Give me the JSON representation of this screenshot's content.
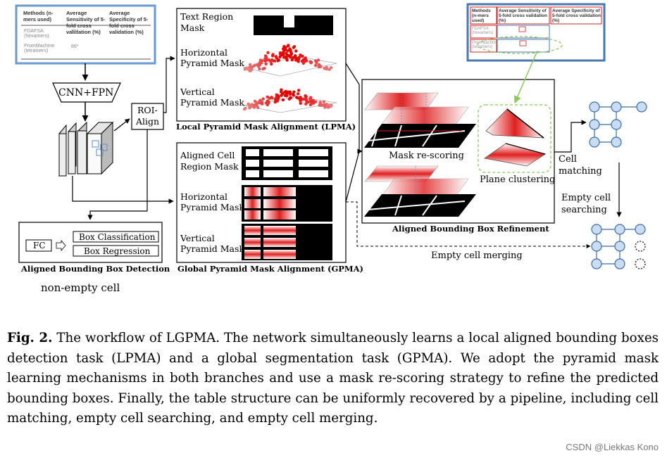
{
  "diagram": {
    "input_table": {
      "col1": "Methods (n-mers used)",
      "col2": "Average Sensitivity of 5-fold cross validation (%)",
      "col3": "Average Specificity of 5-fold cross validation (%)",
      "row1_name": "FDAFSA (hexamers)",
      "row1_val": "84*",
      "row2_name": "PromMachine (tetramers)",
      "row2_val": "86*"
    },
    "backbone": "CNN+FPN",
    "roi_align": [
      "ROI-",
      "Align"
    ],
    "lpma": {
      "title": "Local Pyramid Mask Alignment (LPMA)",
      "text_region": [
        "Text Region",
        "Mask"
      ],
      "horizontal": [
        "Horizontal",
        "Pyramid Mask"
      ],
      "vertical": [
        "Vertical",
        "Pyramid Mask"
      ]
    },
    "gpma": {
      "title": "Global Pyramid Mask Alignment (GPMA)",
      "aligned_cell": [
        "Aligned Cell",
        "Region  Mask"
      ],
      "horizontal": [
        "Horizontal",
        "Pyramid Mask"
      ],
      "vertical": [
        "Vertical",
        "Pyramid Mask"
      ]
    },
    "detection": {
      "title": "Aligned Bounding Box Detection",
      "fc": "FC",
      "box_cls": "Box Classification",
      "box_reg": "Box Regression",
      "non_empty": "non-empty cell"
    },
    "refinement": {
      "title": "Aligned Bounding Box Refinement",
      "mask_rescoring": "Mask re-scoring",
      "plane_clustering": "Plane clustering"
    },
    "pipeline": {
      "cell_matching": [
        "Cell",
        "matching"
      ],
      "empty_search": [
        "Empty cell",
        "searching"
      ],
      "empty_merging": "Empty cell merging"
    }
  },
  "caption": {
    "label": "Fig. 2.",
    "text": " The workflow of LGPMA. The network simultaneously learns a local aligned bounding boxes detection task (LPMA) and a global segmentation task (GPMA). We adopt the pyramid mask learning mechanisms in both branches and use a mask re-scoring strategy to refine the predicted bounding boxes. Finally, the table structure can be uniformly recovered by a pipeline, including cell matching, empty cell searching, and empty cell merging."
  },
  "credit": "CSDN @Liekkas Kono",
  "colors": {
    "accent_red": "#e02020",
    "node_fill": "#c9dcf2",
    "node_stroke": "#3a6ea5",
    "green_dash": "#7cc04a",
    "input_frame": "#5b8fc9"
  }
}
